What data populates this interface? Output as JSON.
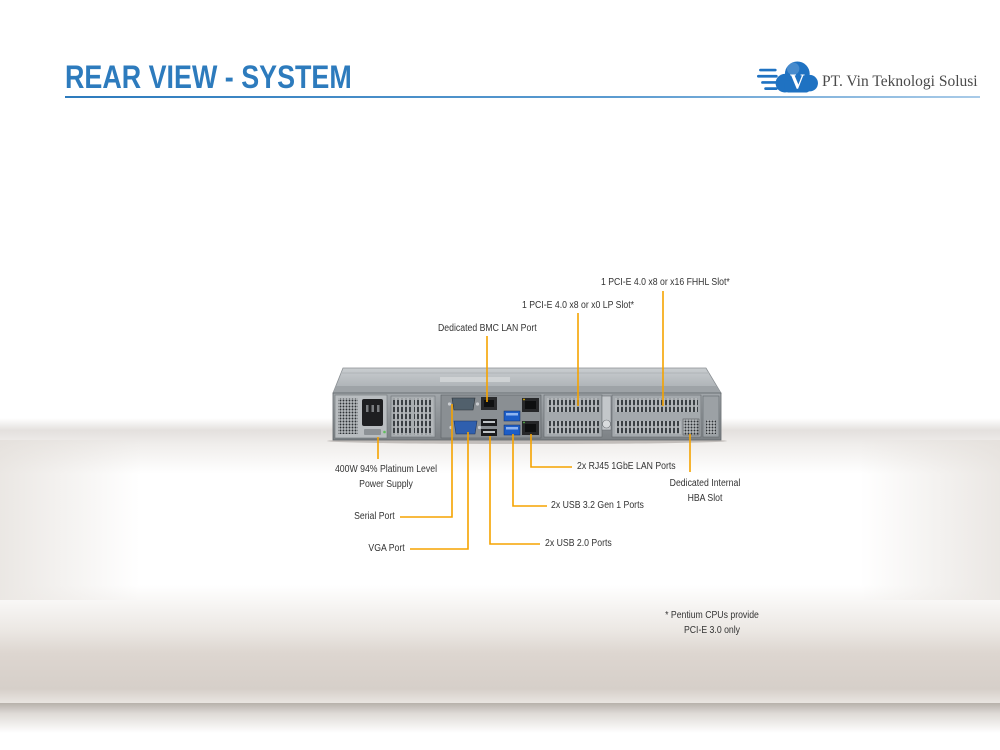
{
  "slide": {
    "title": "REAR VIEW - SYSTEM",
    "logo": {
      "icon": "cloud-v-logo-icon",
      "letter": "V",
      "company_name": "PT. Vin Teknologi Solusi"
    }
  },
  "colors": {
    "title": "#2d7bbd",
    "callout_line": "#f5a300",
    "label_text": "#333333",
    "brand_blue": "#1f72c2"
  },
  "callouts": {
    "fhhl_slot": "1 PCI-E 4.0 x8 or x16 FHHL Slot*",
    "lp_slot": "1 PCI-E 4.0 x8 or x0 LP Slot*",
    "bmc_lan_port": "Dedicated BMC LAN Port",
    "power_supply": [
      "400W 94% Platinum Level",
      "Power Supply"
    ],
    "serial_port": "Serial Port",
    "vga_port": "VGA Port",
    "usb2_ports": "2x USB 2.0 Ports",
    "usb3_ports": "2x USB 3.2 Gen 1 Ports",
    "lan_ports": "2x RJ45 1GbE LAN Ports",
    "hba_slot": [
      "Dedicated Internal",
      "HBA Slot"
    ]
  },
  "footnote": [
    "* Pentium CPUs provide",
    "PCI-E 3.0 only"
  ]
}
